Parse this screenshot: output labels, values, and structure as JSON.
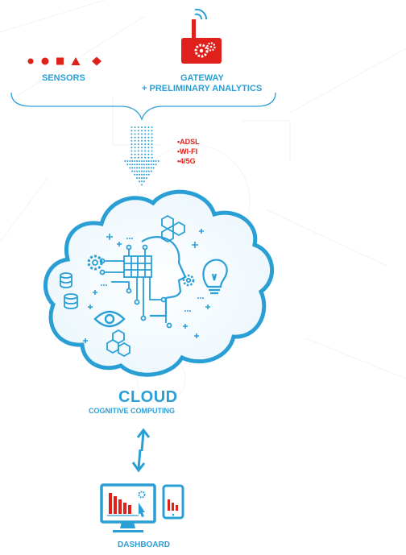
{
  "colors": {
    "accent_blue": "#2a9fd6",
    "accent_red": "#e0201b",
    "light_blue": "#bfe3f4",
    "background": "#ffffff"
  },
  "sensors": {
    "label": "SENSORS",
    "shapes": [
      "circle",
      "circle",
      "square",
      "triangle",
      "diamond"
    ]
  },
  "gateway": {
    "title": "GATEWAY",
    "subtitle": "+ PRELIMINARY ANALYTICS",
    "icon": "router-gear-icon"
  },
  "connectivity": {
    "items": [
      "ADSL",
      "WI-FI",
      "4/5G"
    ]
  },
  "cloud": {
    "title": "CLOUD",
    "subtitle": "COGNITIVE COMPUTING",
    "icons": [
      "gear-icon",
      "lightbulb-icon",
      "database-icon",
      "eye-icon",
      "hexagon-cluster-icon",
      "ai-head-icon"
    ]
  },
  "dashboard": {
    "label": "DASHBOARD",
    "icons": [
      "monitor-chart-icon",
      "tablet-chart-icon"
    ]
  }
}
